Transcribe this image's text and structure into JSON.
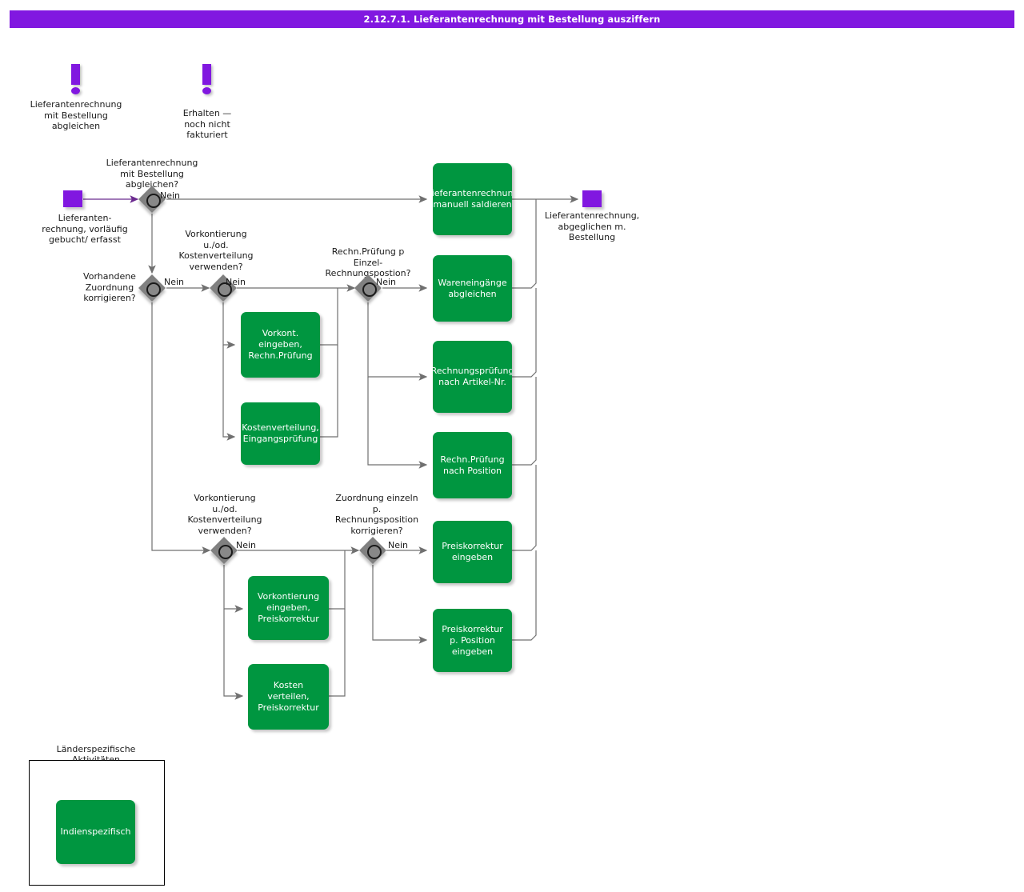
{
  "title": "2.12.7.1. Lieferantenrechnung mit Bestellung ausziffern",
  "accent": {
    "purple": "#8118e0",
    "green": "#009640",
    "diamond": "#808080",
    "line": "#707070"
  },
  "process_interfaces": [
    {
      "name": "process-interface-abgleichen",
      "label": "Lieferantenrechnung\nmit Bestellung\nabgleichen"
    },
    {
      "name": "process-interface-erhalten",
      "label": "Erhalten —\nnoch nicht\nfakturiert"
    }
  ],
  "events": [
    {
      "name": "event-start",
      "label": "Lieferanten-\nrechnung, vorläufig\ngebucht/ erfasst"
    },
    {
      "name": "event-end",
      "label": "Lieferantenrechnung,\nabgeglichen m.\nBestellung"
    }
  ],
  "rules": [
    {
      "name": "rule-abgleichen",
      "label": "Lieferantenrechnung\nmit Bestellung\nabgleichen?",
      "branch": "Nein"
    },
    {
      "name": "rule-zuordnung-korrigieren",
      "label": "Vorhandene\nZuordnung\nkorrigieren?",
      "branch": "Nein"
    },
    {
      "name": "rule-vorkontierung-oben",
      "label": "Vorkontierung\nu./od.\nKostenverteilung\nverwenden?",
      "branch": "Nein"
    },
    {
      "name": "rule-rechn-pruefung-einzel",
      "label": "Rechn.Prüfung p\nEinzel-\nRechnungspostion?",
      "branch": "Nein"
    },
    {
      "name": "rule-vorkontierung-unten",
      "label": "Vorkontierung\nu./od.\nKostenverteilung\nverwenden?",
      "branch": "Nein"
    },
    {
      "name": "rule-zuordnung-einzeln",
      "label": "Zuordnung einzeln\np.\nRechnungsposition\nkorrigieren?",
      "branch": "Nein"
    }
  ],
  "functions": [
    {
      "name": "function-lieferantenrechnung-manuell-saldieren",
      "label": "Lieferantenrechnung\nmanuell saldieren"
    },
    {
      "name": "function-wareneingaenge-abgleichen",
      "label": "Wareneingänge\nabgleichen"
    },
    {
      "name": "function-rechnungspruefung-artikelnr",
      "label": "Rechnungsprüfung\nnach Artikel-Nr."
    },
    {
      "name": "function-rechn-pruefung-nach-position",
      "label": "Rechn.Prüfung\nnach Position"
    },
    {
      "name": "function-preiskorrektur-eingeben",
      "label": "Preiskorrektur\neingeben"
    },
    {
      "name": "function-preiskorrektur-p-position-eingeben",
      "label": "Preiskorrektur\np. Position\neingeben"
    },
    {
      "name": "function-vorkont-eingeben-rechnpruefung",
      "label": "Vorkont.\neingeben,\nRechn.Prüfung"
    },
    {
      "name": "function-kostenverteilung-eingangspruefung",
      "label": "Kostenverteilung,\nEingangsprüfung"
    },
    {
      "name": "function-vorkontierung-eingeben-preiskorrektur",
      "label": "Vorkontierung\neingeben,\nPreiskorrektur"
    },
    {
      "name": "function-kosten-verteilen-preiskorrektur",
      "label": "Kosten\nverteilen,\nPreiskorrektur"
    },
    {
      "name": "function-indienspezifisch",
      "label": "Indienspezifisch"
    }
  ],
  "country_container": {
    "name": "country-specific-activities",
    "label": "Länderspezifische\nAktivitäten"
  }
}
